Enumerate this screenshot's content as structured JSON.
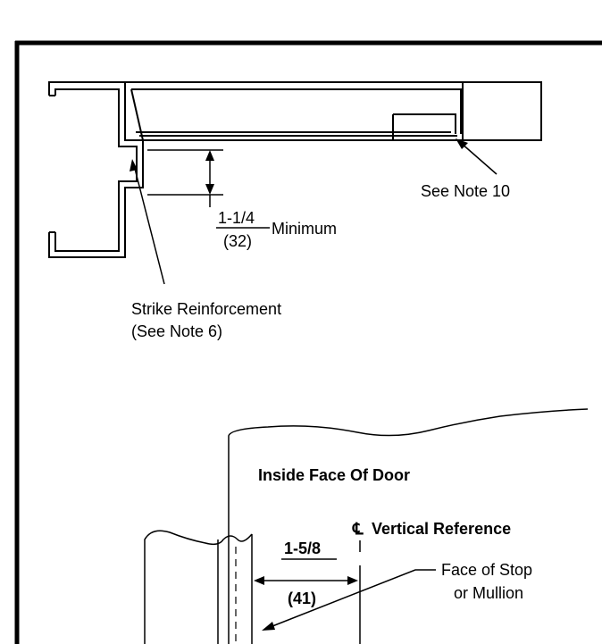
{
  "labels": {
    "see_note_10": "See Note 10",
    "dim_top_value": "1-1/4",
    "dim_top_metric": "(32)",
    "dim_top_suffix": "Minimum",
    "strike_line1": "Strike Reinforcement",
    "strike_line2": "(See Note 6)",
    "inside_face": "Inside Face Of Door",
    "cl_symbol": "℄",
    "vertical_reference": "Vertical Reference",
    "dim_bottom_value": "1-5/8",
    "dim_bottom_metric": "(41)",
    "face_stop_line1": "Face of Stop",
    "face_stop_line2": "or Mullion"
  }
}
